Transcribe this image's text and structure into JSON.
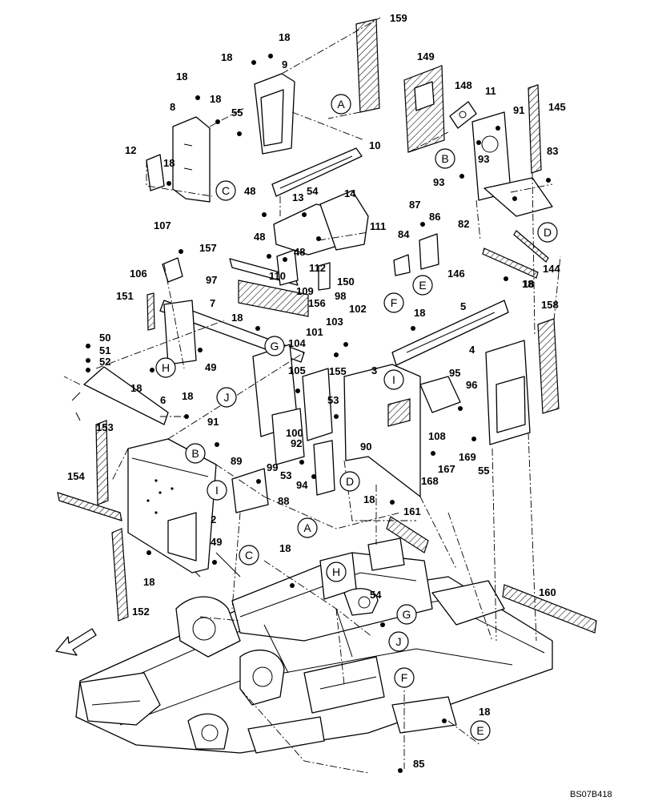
{
  "drawing_code": "BS07B418",
  "part_numbers": [
    "159",
    "18",
    "18",
    "9",
    "149",
    "148",
    "11",
    "91",
    "145",
    "18",
    "18",
    "55",
    "8",
    "A",
    "10",
    "B",
    "93",
    "83",
    "12",
    "18",
    "C",
    "48",
    "13",
    "54",
    "14",
    "93",
    "82",
    "87",
    "86",
    "D",
    "107",
    "111",
    "84",
    "48",
    "48",
    "157",
    "112",
    "106",
    "110",
    "109",
    "150",
    "97",
    "E",
    "146",
    "F",
    "144",
    "18",
    "151",
    "156",
    "98",
    "102",
    "7",
    "18",
    "103",
    "101",
    "G",
    "104",
    "50",
    "51",
    "52",
    "H",
    "49",
    "105",
    "155",
    "3",
    "I",
    "95",
    "96",
    "18",
    "6",
    "J",
    "53",
    "18",
    "153",
    "91",
    "100",
    "92",
    "108",
    "90",
    "B",
    "89",
    "99",
    "167",
    "169",
    "53",
    "94",
    "168",
    "55",
    "88",
    "D",
    "I",
    "154",
    "18",
    "161",
    "2",
    "A",
    "49",
    "C",
    "18",
    "H",
    "160",
    "18",
    "54",
    "G",
    "J",
    "152",
    "F",
    "18",
    "E",
    "85",
    "18",
    "5",
    "4",
    "158",
    "18"
  ]
}
